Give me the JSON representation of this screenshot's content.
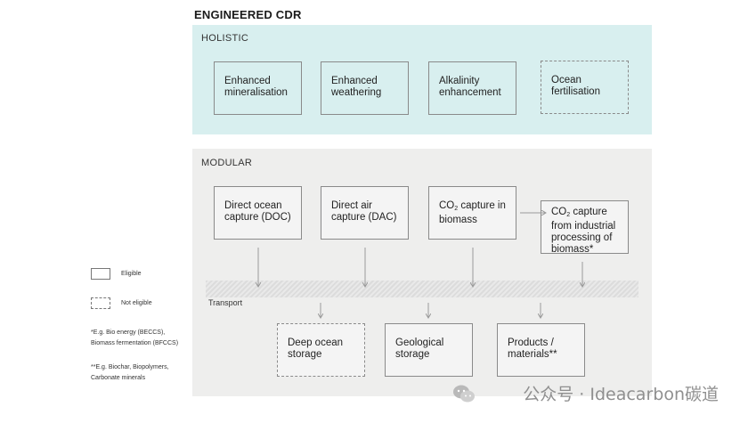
{
  "title": "ENGINEERED CDR",
  "holistic": {
    "label": "HOLISTIC",
    "items": [
      {
        "line1": "Enhanced",
        "line2": "mineralisation",
        "eligible": true
      },
      {
        "line1": "Enhanced",
        "line2": "weathering",
        "eligible": true
      },
      {
        "line1": "Alkalinity",
        "line2": "enhancement",
        "eligible": true
      },
      {
        "line1": "Ocean",
        "line2": "fertilisation",
        "eligible": false
      }
    ]
  },
  "modular": {
    "label": "MODULAR",
    "capture": [
      {
        "line1": "Direct ocean",
        "line2": "capture (DOC)"
      },
      {
        "line1": "Direct air",
        "line2": "capture (DAC)"
      },
      {
        "co2": "CO",
        "sub": "2",
        "line1": " capture in",
        "line2": "biomass"
      },
      {
        "co2": "CO",
        "sub": "2",
        "line1": " capture",
        "line2": "from industrial",
        "line3": "processing of",
        "line4": "biomass*"
      }
    ],
    "transport_label": "Transport",
    "storage": [
      {
        "line1": "Deep ocean",
        "line2": "storage",
        "eligible": false
      },
      {
        "line1": "Geological",
        "line2": "storage",
        "eligible": true
      },
      {
        "line1": "Products /",
        "line2": "materials**",
        "eligible": true
      }
    ]
  },
  "legend": {
    "eligible": "Eligible",
    "not_eligible": "Not eligible",
    "note1_line1": "*E.g. Bio energy (BECCS),",
    "note1_line2": "Biomass fermentation (BFCCS)",
    "note2_line1": "**E.g. Biochar, Biopolymers,",
    "note2_line2": "Carbonate minerals"
  },
  "watermark": "公众号 · Ideacarbon碳道"
}
